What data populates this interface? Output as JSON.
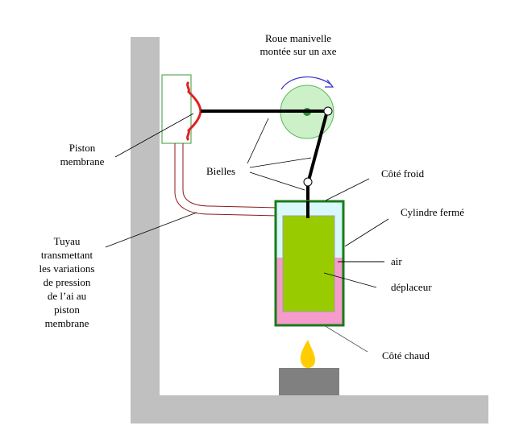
{
  "title": {
    "line1": "Roue manivelle",
    "line2": "montée sur un axe"
  },
  "labels": {
    "piston": [
      "Piston",
      "membrane"
    ],
    "bielles": "Bielles",
    "cote_froid": "Côté froid",
    "cylindre": "Cylindre fermé",
    "air": "air",
    "deplaceur": "déplaceur",
    "cote_chaud": "Côté chaud",
    "tuyau": [
      "Tuyau",
      "transmettant",
      "les variations",
      "de pression",
      "de l’ai au",
      "piston",
      "membrane"
    ]
  },
  "colors": {
    "frame": "#c0c0c0",
    "wheel_fill": "#ccf0c8",
    "wheel_stroke": "#5cb85c",
    "wheel_hub": "#2e8b3e",
    "rotation_arrow": "#3333cc",
    "membrane": "#e02020",
    "piston_box": "#3a9a3a",
    "pipe": "#8b1a1a",
    "cylinder_border": "#1a7a1a",
    "cold_air": "#d8f8fc",
    "hot_air": "#f59ccc",
    "displacer": "#99cc00",
    "displacer_edge": "#a0a0a0",
    "burner": "#808080",
    "flame": "#ffcc00"
  }
}
